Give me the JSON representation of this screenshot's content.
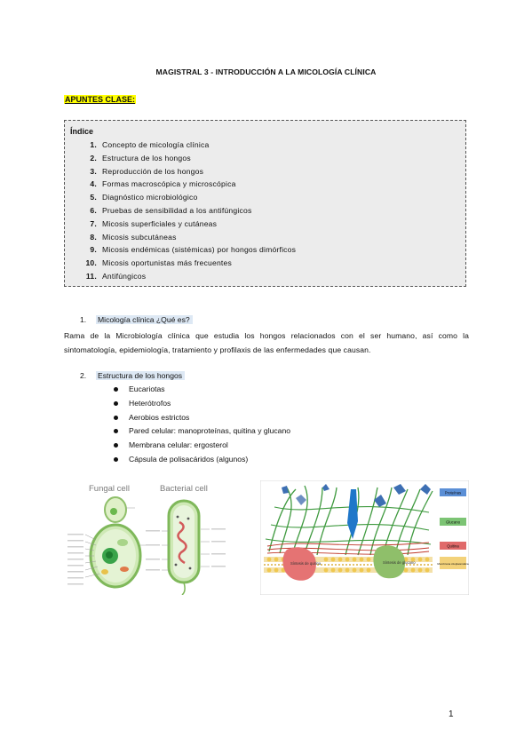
{
  "doc": {
    "title": "MAGISTRAL 3 - INTRODUCCIÓN A LA MICOLOGÍA CLÍNICA",
    "apuntes_label": "APUNTES CLASE:",
    "index": {
      "title": "Índice",
      "items": [
        {
          "num": "1.",
          "text": "Concepto de micología clínica"
        },
        {
          "num": "2.",
          "text": "Estructura de los hongos"
        },
        {
          "num": "3.",
          "text": "Reproducción de los hongos"
        },
        {
          "num": "4.",
          "text": "Formas macroscópica y microscópica"
        },
        {
          "num": "5.",
          "text": "Diagnóstico microbiológico"
        },
        {
          "num": "6.",
          "text": "Pruebas de sensibilidad  a los antifúngicos"
        },
        {
          "num": "7.",
          "text": "Micosis superficiales y cutáneas"
        },
        {
          "num": "8.",
          "text": "Micosis subcutáneas"
        },
        {
          "num": "9.",
          "text": "Micosis endémicas (sistémicas) por hongos dimórficos"
        },
        {
          "num": "10.",
          "text": "Micosis oportunistas más frecuentes"
        },
        {
          "num": "11.",
          "text": "Antifúngicos"
        }
      ]
    },
    "section1": {
      "num": "1.",
      "title": "Micología clínica ¿Qué es?",
      "paragraph": "Rama de la Microbiología clínica que estudia los hongos relacionados con el ser humano, así como la sintomatología, epidemiología, tratamiento y profilaxis de las enfermedades que causan."
    },
    "section2": {
      "num": "2.",
      "title": "Estructura de los hongos",
      "bullets": [
        "Eucariotas",
        "Heterótrofos",
        "Aerobios estrictos",
        "Pared celular: manoproteínas, quitina y glucano",
        "Membrana celular: ergosterol",
        "Cápsula de polisacáridos (algunos)"
      ]
    },
    "figure_left": {
      "fungal_label": "Fungal cell",
      "bacterial_label": "Bacterial cell"
    },
    "figure_right": {
      "legend_labels": [
        "Proteínas",
        "Glucano",
        "Quitina",
        "Membrana citoplasmática"
      ],
      "enzyme_left": "Síntesis de quitina",
      "enzyme_right": "Síntesis de glucano"
    },
    "page_number": "1",
    "colors": {
      "highlight_yellow": "#ffff00",
      "heading_highlight": "#dde8f4",
      "index_bg": "#ececec"
    }
  }
}
